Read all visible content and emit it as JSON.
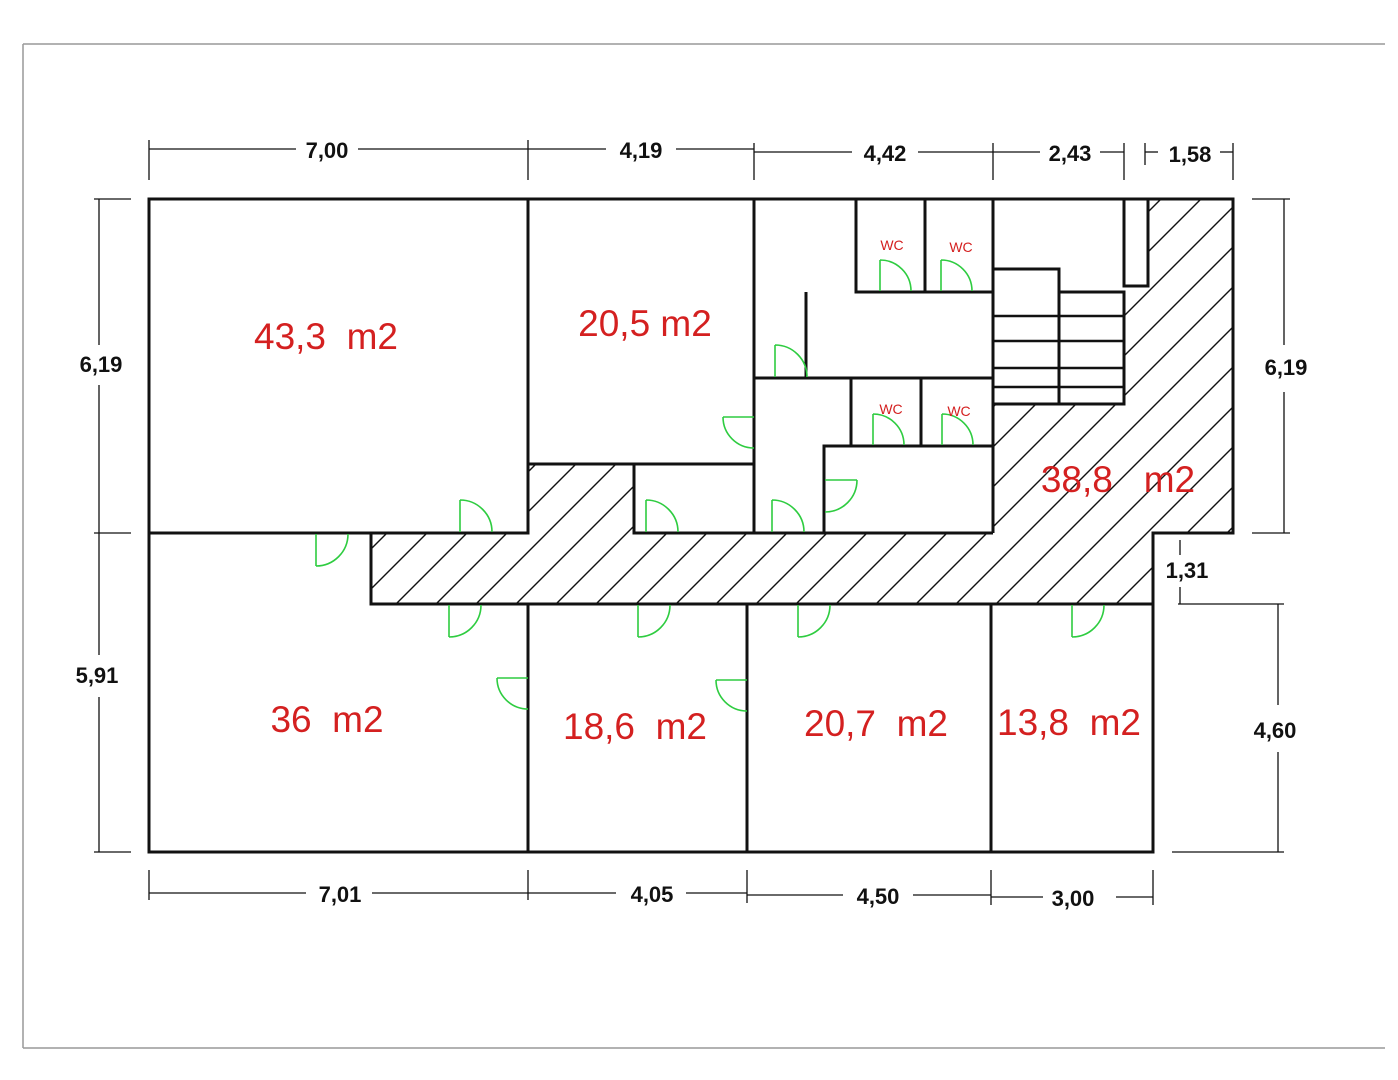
{
  "plan": {
    "areas": {
      "room_top_left": "43,3  m2",
      "room_top_mid": "20,5 m2",
      "hall": "38,8   m2",
      "room_bottom_left": "36  m2",
      "room_bottom_2": "18,6  m2",
      "room_bottom_3": "20,7  m2",
      "room_bottom_4": "13,8  m2"
    },
    "wc_label": "WC",
    "dimensions": {
      "top": [
        "7,00",
        "4,19",
        "4,42",
        "2,43",
        "1,58"
      ],
      "bottom": [
        "7,01",
        "4,05",
        "4,50",
        "3,00"
      ],
      "left": [
        "6,19",
        "5,91"
      ],
      "right": [
        "6,19",
        "4,60"
      ],
      "notch": "1,31"
    },
    "colors": {
      "walls": "#111111",
      "area_labels": "#d42020",
      "doors": "#2ecc40"
    }
  }
}
